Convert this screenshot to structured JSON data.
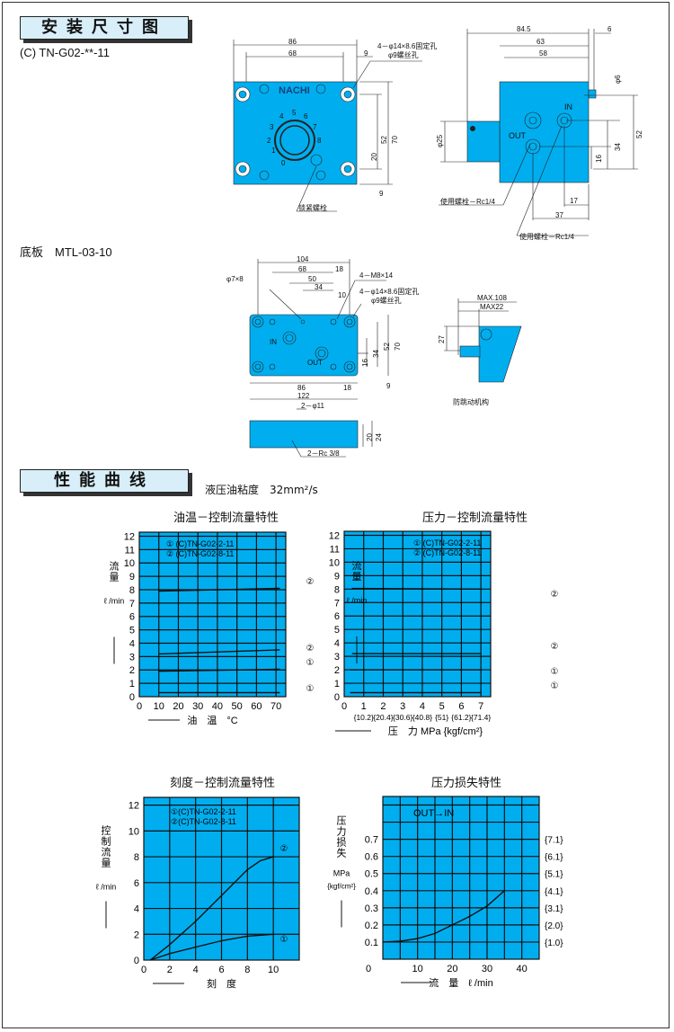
{
  "section1": {
    "title": "安装尺寸图",
    "model": "(C) TN-G02-**-11"
  },
  "valve_front": {
    "dims": [
      "86",
      "68",
      "9",
      "52",
      "70",
      "20",
      "9"
    ],
    "hole_note": [
      "4－φ14×8.6固定孔",
      "φ9螺丝孔"
    ],
    "lock_bolt": "锁紧螺栓",
    "brand": "NACHI",
    "scale": [
      "0",
      "1",
      "2",
      "3",
      "4",
      "5",
      "6",
      "7",
      "8"
    ]
  },
  "valve_side": {
    "dims": [
      "84.5",
      "6",
      "63",
      "58",
      "φ6",
      "φ25",
      "52",
      "34",
      "16",
      "17",
      "37"
    ],
    "ports": [
      "OUT",
      "IN"
    ],
    "bolt_notes": [
      "使用螺栓－Rc1/4",
      "使用螺栓－Rc1/4"
    ]
  },
  "baseplate": {
    "title": "底板　MTL-03-10",
    "dims": [
      "104",
      "68",
      "18",
      "50",
      "34",
      "10",
      "φ7×8",
      "52",
      "70",
      "34",
      "16",
      "9",
      "86",
      "18",
      "122",
      "2－φ11",
      "20",
      "24",
      "2－Rc 3/8"
    ],
    "notes": [
      "4－M8×14",
      "4－φ14×8.6固定孔",
      "φ9螺丝孔"
    ],
    "ports": [
      "IN",
      "OUT"
    ]
  },
  "anti_rotation": {
    "label": "防跳动机构",
    "dims": [
      "MAX.108",
      "MAX22",
      "27"
    ]
  },
  "section2": {
    "title": "性能曲线",
    "viscosity": "液压油粘度　32mm²/s"
  },
  "chart_data": [
    {
      "type": "line",
      "title": "油温－控制流量特性",
      "xlabel": "油　温　°C",
      "ylabel": "流量",
      "yunit": "ℓ /min",
      "xlim": [
        0,
        75
      ],
      "ylim": [
        0,
        12.3
      ],
      "xticks": [
        0,
        10,
        20,
        30,
        40,
        50,
        60,
        70
      ],
      "yticks": [
        0,
        1,
        2,
        3,
        4,
        5,
        6,
        7,
        8,
        9,
        10,
        11,
        12
      ],
      "legend": [
        "① (C)TN-G02-2-11",
        "② (C)TN-G02-8-11"
      ],
      "series": [
        {
          "name": "②",
          "x": [
            10,
            72
          ],
          "y": [
            7.9,
            8.1
          ]
        },
        {
          "name": "②",
          "x": [
            10,
            72
          ],
          "y": [
            3.2,
            3.5
          ]
        },
        {
          "name": "①",
          "x": [
            10,
            72
          ],
          "y": [
            1.9,
            2.05
          ]
        },
        {
          "name": "①",
          "x": [
            10,
            72
          ],
          "y": [
            0.3,
            0.3
          ]
        }
      ]
    },
    {
      "type": "line",
      "title": "压力－控制流量特性",
      "xlabel": "压　力 MPa {kgf/cm²}",
      "ylabel": "流量",
      "yunit": "ℓ /min",
      "xlim": [
        0,
        7.5
      ],
      "ylim": [
        0,
        12.3
      ],
      "xticks": [
        0,
        1,
        2,
        3,
        4,
        5,
        6,
        7
      ],
      "yticks": [
        0,
        1,
        2,
        3,
        4,
        5,
        6,
        7,
        8,
        9,
        10,
        11,
        12
      ],
      "xticks_secondary": [
        "{10.2}",
        "{20.4}",
        "{30.6}",
        "{40.8}",
        "{51}",
        "{61.2}",
        "{71.4}"
      ],
      "legend": [
        "① (C)TN-G02-2-11",
        "② (C)TN-G02-8-11"
      ],
      "series": [
        {
          "name": "②",
          "x": [
            0.4,
            7
          ],
          "y": [
            8.05,
            8.0
          ]
        },
        {
          "name": "②",
          "x": [
            0.4,
            7
          ],
          "y": [
            3.2,
            3.2
          ]
        },
        {
          "name": "①",
          "x": [
            0.3,
            7
          ],
          "y": [
            2.0,
            2.0
          ]
        },
        {
          "name": "①",
          "x": [
            0.3,
            7
          ],
          "y": [
            0.3,
            0.3
          ]
        }
      ]
    },
    {
      "type": "line",
      "title": "刻度－控制流量特性",
      "xlabel": "刻　度",
      "ylabel": "控制流量",
      "yunit": "ℓ /min",
      "xlim": [
        0,
        12
      ],
      "ylim": [
        0,
        12.6
      ],
      "xticks": [
        0,
        2,
        4,
        6,
        8,
        10
      ],
      "yticks": [
        0,
        2,
        4,
        6,
        8,
        10,
        12
      ],
      "legend": [
        "①(C)TN-G02-2-11",
        "②(C)TN-G02-8-11"
      ],
      "series": [
        {
          "name": "②",
          "x": [
            0.5,
            2,
            4,
            6,
            8,
            9,
            10
          ],
          "y": [
            0,
            1.2,
            3,
            5,
            7,
            7.7,
            8
          ]
        },
        {
          "name": "①",
          "x": [
            0.5,
            2,
            4,
            6,
            8,
            10
          ],
          "y": [
            0,
            0.5,
            1,
            1.5,
            1.85,
            2
          ]
        }
      ]
    },
    {
      "type": "line",
      "title": "压力损失特性",
      "xlabel": "流　量　ℓ /min",
      "ylabel": "压力损失",
      "yunit": "MPa",
      "yunit2": "{kgf/cm²}",
      "xlim": [
        0,
        45
      ],
      "ylim": [
        0,
        0.95
      ],
      "xticks": [
        0,
        10,
        20,
        30,
        40
      ],
      "yticks": [
        0.1,
        0.2,
        0.3,
        0.4,
        0.5,
        0.6,
        0.7
      ],
      "yticks_secondary": [
        "{1.0}",
        "{2.0}",
        "{3.1}",
        "{4.1}",
        "{5.1}",
        "{6.1}",
        "{7.1}"
      ],
      "annotation": "OUT→IN",
      "series": [
        {
          "name": "OUT→IN",
          "x": [
            0,
            5,
            10,
            15,
            20,
            25,
            30,
            35
          ],
          "y": [
            0.1,
            0.105,
            0.12,
            0.15,
            0.2,
            0.25,
            0.31,
            0.4
          ]
        }
      ]
    }
  ],
  "colors": {
    "fill": "#00aeef",
    "grid": "#111111",
    "header_bg": "#d8eef8"
  }
}
